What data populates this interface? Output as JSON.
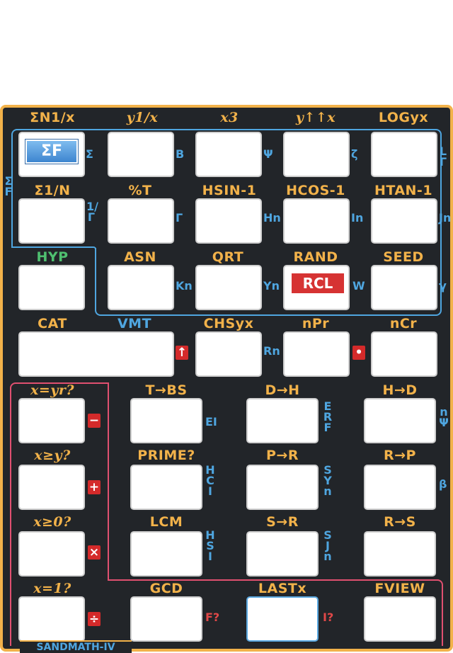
{
  "title": "SANDMATH-IV",
  "buttons": {
    "sigma_f": "ΣF",
    "rcl": "RCL"
  },
  "rows": [
    {
      "labels": [
        "ΣN1/x",
        "y1/x",
        "x3",
        "y↑↑x",
        "LOGyx"
      ],
      "sides": [
        "Σ",
        "B",
        "Ψ",
        "ζ",
        "LΓ"
      ]
    },
    {
      "labels": [
        "Σ1/N",
        "%T",
        "HSIN-1",
        "HCOS-1",
        "HTAN-1"
      ],
      "sides": [
        "1/Γ",
        "Γ",
        "Hn",
        "In",
        "Jn"
      ]
    },
    {
      "labels": [
        "HYP",
        "ASN",
        "QRT",
        "RAND",
        "SEED"
      ],
      "sides": [
        "Kn",
        "Yn",
        "W",
        "γ"
      ]
    },
    {
      "labels": [
        "CAT",
        "VMT",
        "CHSyx",
        "nPr",
        "nCr"
      ],
      "sides": [
        "Rn"
      ]
    },
    {
      "labels": [
        "x=yr?",
        "T→BS",
        "D→H",
        "H→D"
      ],
      "sides": [
        "EI",
        "ERF",
        "nΨ"
      ]
    },
    {
      "labels": [
        "x≥y?",
        "PRIME?",
        "P→R",
        "R→P"
      ],
      "sides": [
        "HCI",
        "SYn",
        "β"
      ]
    },
    {
      "labels": [
        "x≥0?",
        "LCM",
        "S→R",
        "R→S"
      ],
      "sides": [
        "HSI",
        "SJn"
      ]
    },
    {
      "labels": [
        "x=1?",
        "GCD",
        "LASTx",
        "FVIEW"
      ],
      "sides": [
        "F?",
        "I?"
      ]
    }
  ],
  "ops": [
    "↑",
    "•",
    "−",
    "+",
    "×",
    "÷"
  ],
  "left_bracket": "ΣF"
}
